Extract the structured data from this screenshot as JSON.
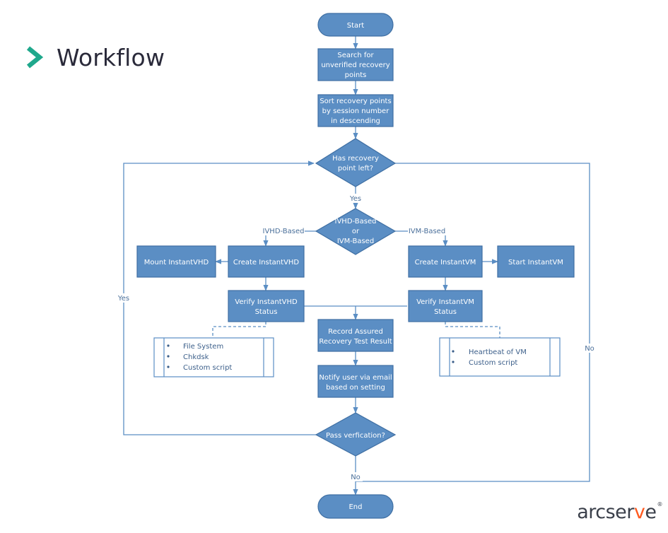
{
  "slide": {
    "title": "Workflow",
    "brand": {
      "pre": "arcser",
      "accent": "v",
      "post": "e",
      "mark": "®"
    }
  },
  "colors": {
    "node_fill": "#5b8ec4",
    "node_stroke": "#3f6fa3",
    "edge": "#5b8ec4",
    "chevron": "#1fa88c",
    "brand_accent": "#ff5a1f"
  },
  "nodes": [
    {
      "id": "start",
      "shape": "terminal",
      "lines": [
        "Start"
      ]
    },
    {
      "id": "search",
      "shape": "process",
      "lines": [
        "Search for",
        "unverified recovery",
        "points"
      ]
    },
    {
      "id": "sort",
      "shape": "process",
      "lines": [
        "Sort recovery points",
        "by session number",
        "in  descending"
      ]
    },
    {
      "id": "has-left",
      "shape": "decision",
      "lines": [
        "Has recovery",
        "point left?"
      ]
    },
    {
      "id": "type",
      "shape": "decision",
      "lines": [
        "IVHD-Based",
        "or",
        "IVM-Based"
      ]
    },
    {
      "id": "mount-vhd",
      "shape": "process",
      "lines": [
        "Mount InstantVHD"
      ]
    },
    {
      "id": "create-vhd",
      "shape": "process",
      "lines": [
        "Create InstantVHD"
      ]
    },
    {
      "id": "create-vm",
      "shape": "process",
      "lines": [
        "Create InstantVM"
      ]
    },
    {
      "id": "start-vm",
      "shape": "process",
      "lines": [
        "Start InstantVM"
      ]
    },
    {
      "id": "verify-vhd",
      "shape": "process",
      "lines": [
        "Verify InstantVHD",
        "Status"
      ]
    },
    {
      "id": "verify-vm",
      "shape": "process",
      "lines": [
        "Verify InstantVM",
        "Status"
      ]
    },
    {
      "id": "record",
      "shape": "process",
      "lines": [
        "Record Assured",
        "Recovery Test Result"
      ]
    },
    {
      "id": "notify",
      "shape": "process",
      "lines": [
        "Notify user via email",
        "based on setting"
      ]
    },
    {
      "id": "pass",
      "shape": "decision",
      "lines": [
        "Pass verfication?"
      ]
    },
    {
      "id": "end",
      "shape": "terminal",
      "lines": [
        "End"
      ]
    }
  ],
  "annotations": [
    {
      "id": "vhd-checks",
      "items": [
        "File System",
        "Chkdsk",
        "Custom script"
      ]
    },
    {
      "id": "vm-checks",
      "items": [
        "Heartbeat of VM",
        "Custom script"
      ]
    }
  ],
  "edge_labels": [
    {
      "id": "yes-type",
      "text": "Yes"
    },
    {
      "id": "ivhd-based",
      "text": "IVHD-Based"
    },
    {
      "id": "ivm-based",
      "text": "IVM-Based"
    },
    {
      "id": "loop-yes",
      "text": "Yes"
    },
    {
      "id": "right-no",
      "text": "No"
    },
    {
      "id": "pass-no",
      "text": "No"
    }
  ]
}
